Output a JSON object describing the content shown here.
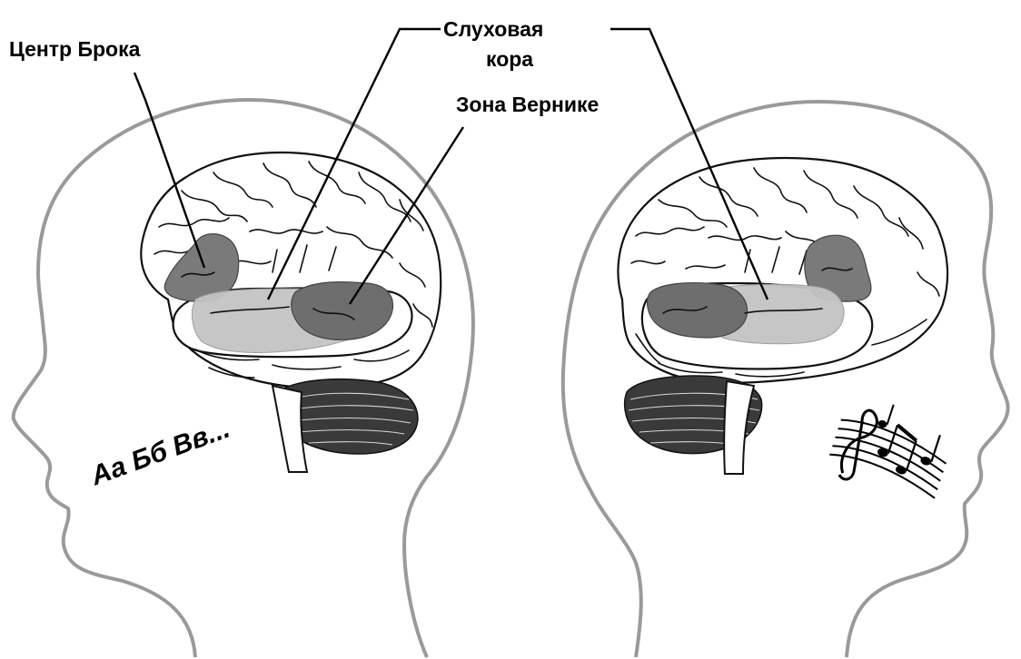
{
  "labels": {
    "broca": "Центр Брока",
    "auditory_line1": "Слуховая",
    "auditory_line2": "кора",
    "wernicke": "Зона Вернике"
  },
  "speech_text": "Аа Бб Вв...",
  "colors": {
    "head_outline": "#9a9a9a",
    "broca_area": "#7a7a7a",
    "auditory_cortex": "#c4c4c4",
    "wernicke_area": "#6e6e6e",
    "cerebellum": "#3a3a3a",
    "background": "#ffffff"
  },
  "icons": {
    "speech": "speech-letters",
    "music": "music-notes-icon"
  }
}
